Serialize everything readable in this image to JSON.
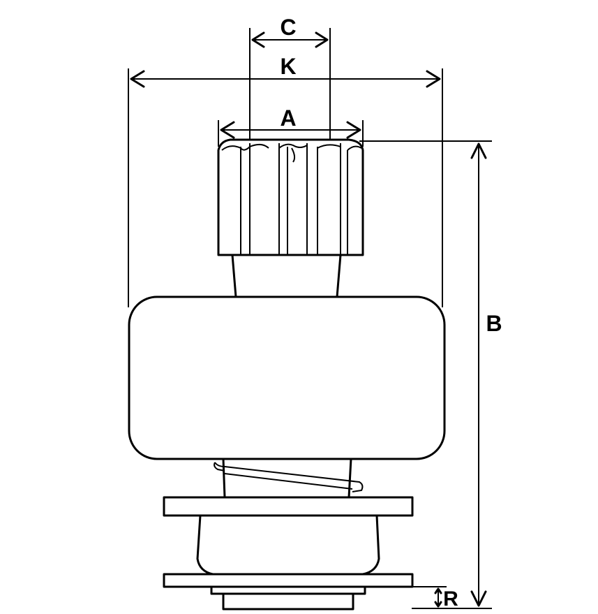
{
  "diagram": {
    "labels": {
      "c": "C",
      "k": "K",
      "a": "A",
      "b": "B",
      "r": "R"
    },
    "colors": {
      "line": "#000000",
      "background": "#ffffff"
    }
  }
}
